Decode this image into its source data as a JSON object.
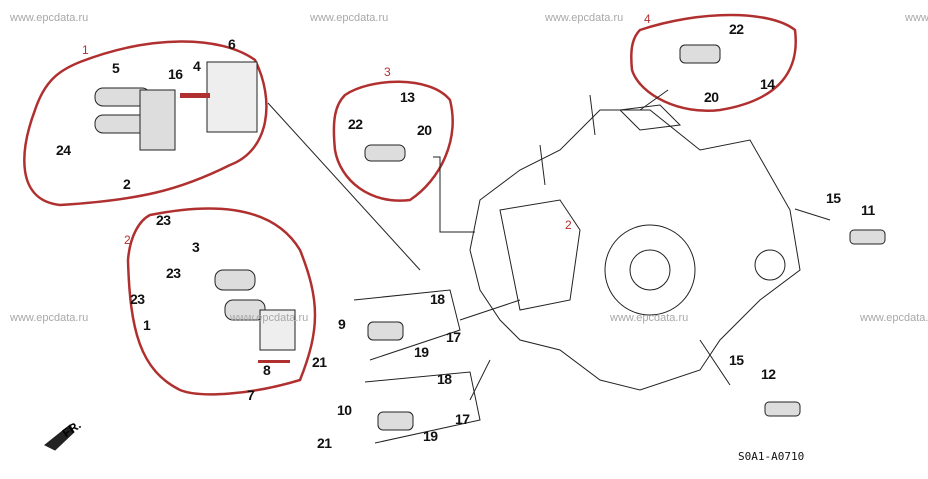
{
  "watermark": "www.epcdata.ru",
  "diagram_code": "S0A1-A0710",
  "front_marker": "FR.",
  "annotation_color": "#b03030",
  "groups": [
    "1",
    "2",
    "3",
    "4",
    "2"
  ],
  "labels": {
    "g1": [
      "5",
      "16",
      "4",
      "6",
      "24",
      "2"
    ],
    "g3": [
      "13",
      "22",
      "20"
    ],
    "g4": [
      "22",
      "14",
      "20"
    ],
    "g2": [
      "23",
      "3",
      "23",
      "23",
      "1",
      "8",
      "7"
    ],
    "center": [
      "9",
      "18",
      "17",
      "19",
      "21",
      "10",
      "18",
      "17",
      "19",
      "21",
      "15",
      "11",
      "15",
      "12"
    ]
  }
}
